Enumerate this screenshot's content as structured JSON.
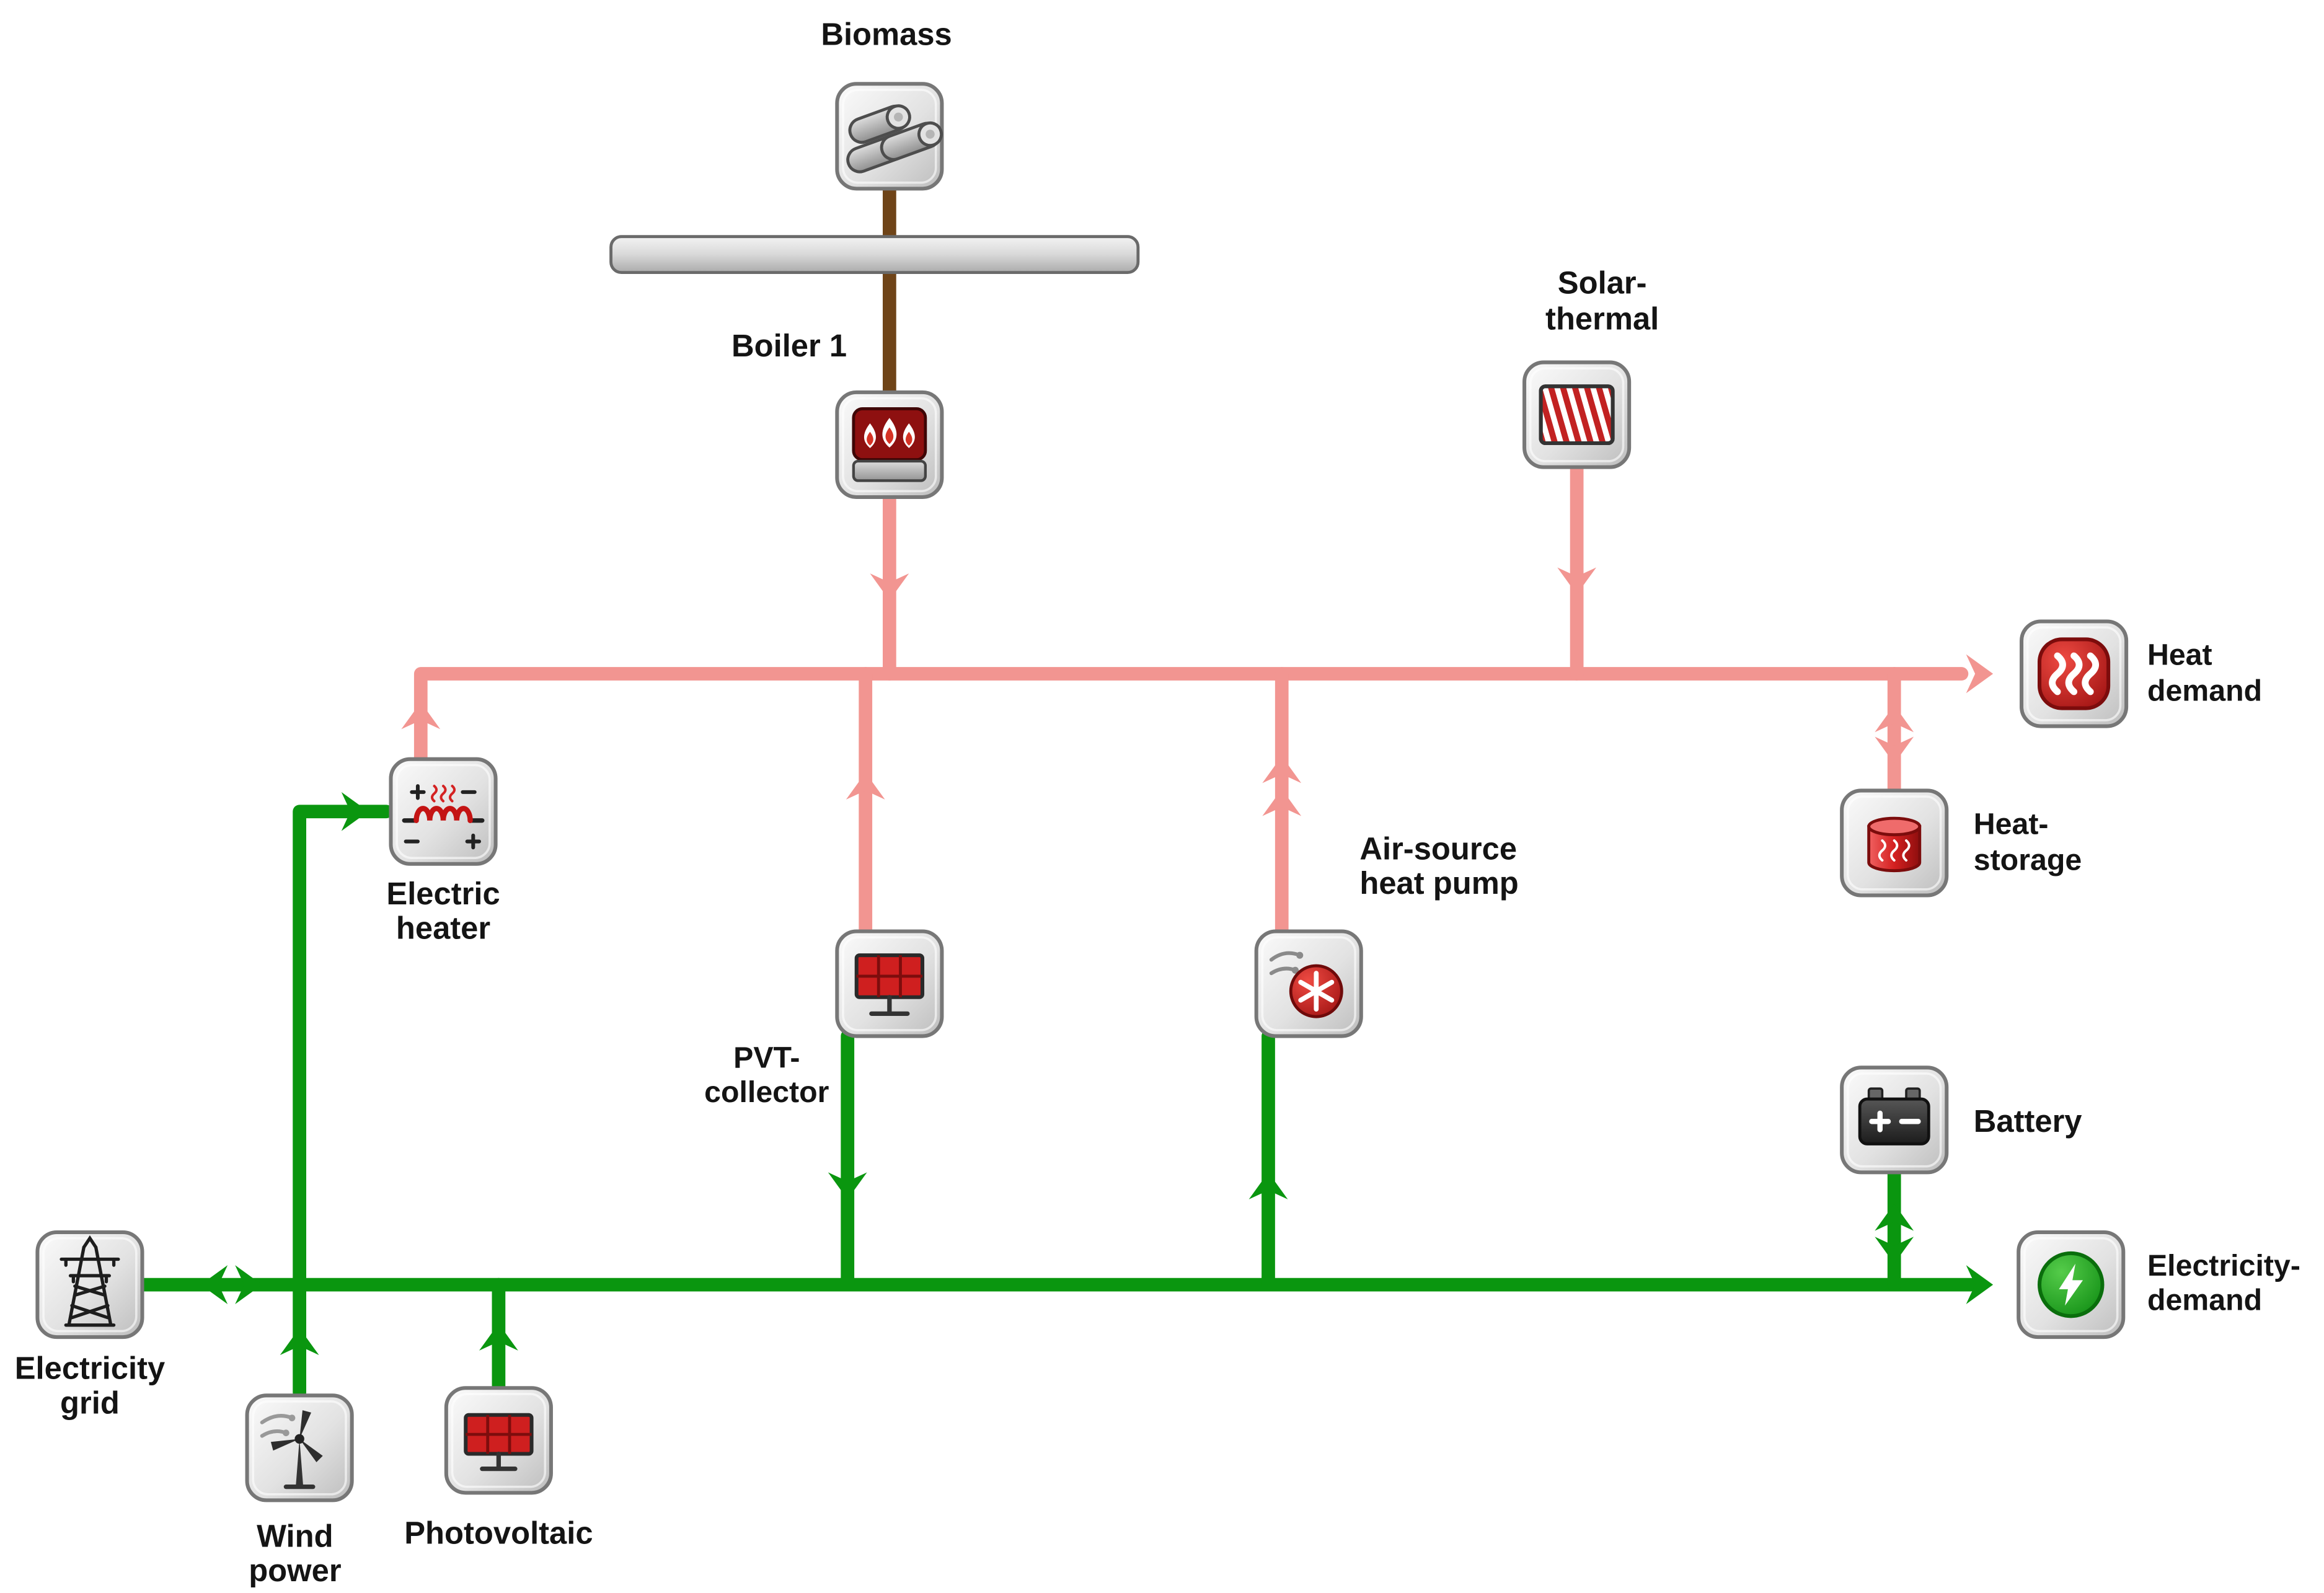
{
  "diagram": {
    "nodes": {
      "biomass": {
        "label": "Biomass"
      },
      "boiler1": {
        "label": "Boiler 1"
      },
      "solar_thermal": {
        "lines": [
          "Solar-",
          "thermal"
        ]
      },
      "heat_demand": {
        "lines": [
          "Heat",
          "demand"
        ]
      },
      "heat_storage": {
        "lines": [
          "Heat-",
          "storage"
        ]
      },
      "electric_heater": {
        "lines": [
          "Electric",
          "heater"
        ]
      },
      "air_source_heat_pump": {
        "lines": [
          "Air-source",
          "heat pump"
        ]
      },
      "pvt_collector": {
        "lines": [
          "PVT-",
          "collector"
        ]
      },
      "battery": {
        "label": "Battery"
      },
      "electricity_grid": {
        "lines": [
          "Electricity",
          "grid"
        ]
      },
      "wind_power": {
        "lines": [
          "Wind",
          "power"
        ]
      },
      "photovoltaic": {
        "label": "Photovoltaic"
      },
      "electricity_demand": {
        "lines": [
          "Electricity-",
          "demand"
        ]
      }
    },
    "colors": {
      "heat_line": "#f29591",
      "electricity_line": "#0a960f",
      "biomass_line": "#6f4418"
    }
  }
}
